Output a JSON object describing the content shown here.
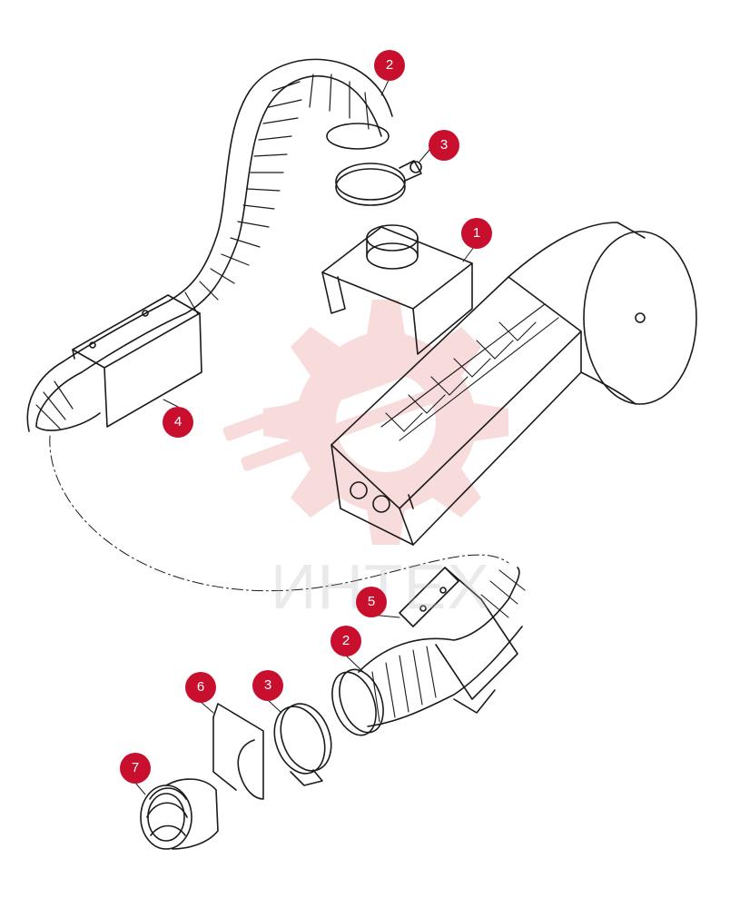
{
  "watermark": {
    "text": "ИНТЕХ",
    "color": "#b5b5b5",
    "gear_color": "#f2b9b9"
  },
  "colors": {
    "callout": "#c8102e",
    "line": "#1a1a1a"
  },
  "callouts": [
    {
      "label": "2",
      "part": "flexible-hose"
    },
    {
      "label": "3",
      "part": "hose-clamp"
    },
    {
      "label": "1",
      "part": "mounting-bracket"
    },
    {
      "label": "4",
      "part": "hose-support-bracket"
    },
    {
      "label": "5",
      "part": "hose-support-bracket"
    },
    {
      "label": "2",
      "part": "flexible-hose"
    },
    {
      "label": "6",
      "part": "clip-bracket"
    },
    {
      "label": "3",
      "part": "hose-clamp"
    },
    {
      "label": "7",
      "part": "nozzle"
    }
  ]
}
